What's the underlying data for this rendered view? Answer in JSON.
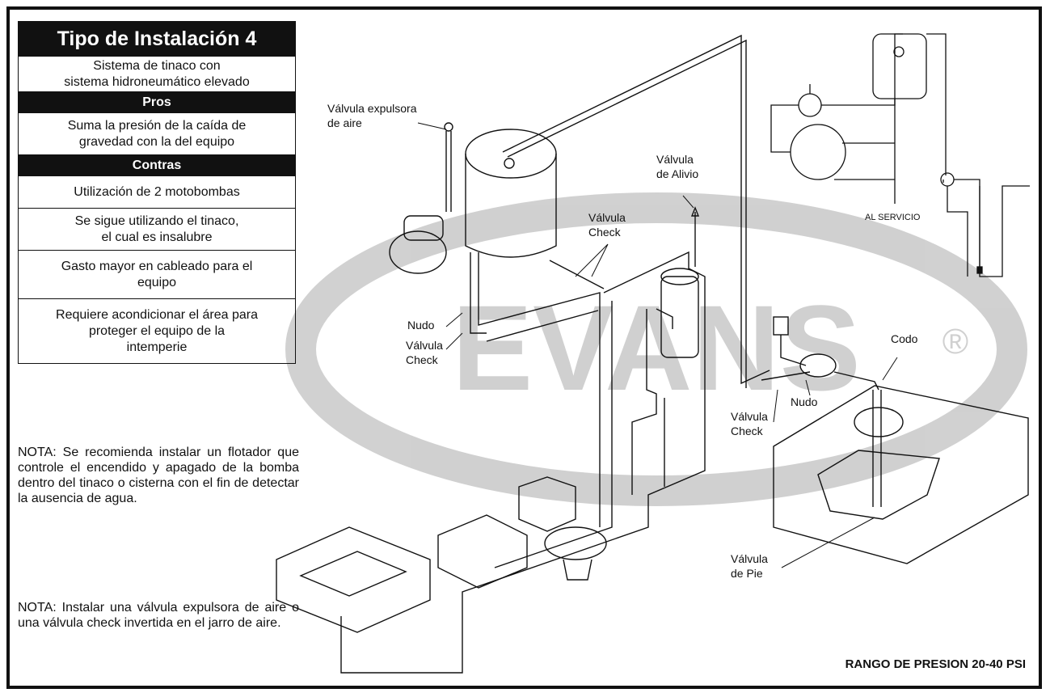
{
  "panel": {
    "title": "Tipo de Instalación 4",
    "subtitle": "Sistema de tinaco con\nsistema hidroneumático elevado",
    "pros_header": "Pros",
    "pros": [
      "Suma la presión de la caída de\ngravedad con la del equipo"
    ],
    "contras_header": "Contras",
    "contras": [
      "Utilización de 2 motobombas",
      "Se sigue utilizando el tinaco,\nel cual es insalubre",
      "Gasto mayor en cableado para el\nequipo",
      "Requiere acondicionar el área para\nproteger el equipo de la\nintemperie"
    ]
  },
  "notes": [
    "NOTA: Se recomienda instalar un flotador que controle el encendido y apagado de la bomba dentro del tinaco o cisterna con el fin de detectar la ausencia de agua.",
    "NOTA: Instalar una válvula expulsora de aire o una válvula check invertida en el jarro de aire."
  ],
  "watermark": "EVANS",
  "registered_mark": "®",
  "diagram_labels": {
    "valvula_expulsora": [
      "Válvula expulsora",
      "de aire"
    ],
    "valvula_alivio": [
      "Válvula",
      "de Alivio"
    ],
    "valvula_check_top": [
      "Válvula",
      "Check"
    ],
    "nudo_left": "Nudo",
    "valvula_check_left": [
      "Válvula",
      "Check"
    ],
    "codo": "Codo",
    "nudo_right": "Nudo",
    "valvula_check_right": [
      "Válvula",
      "Check"
    ],
    "valvula_pie": [
      "Válvula",
      "de Pie"
    ],
    "al_servicio": "AL SERVICIO"
  },
  "range": "RANGO DE PRESION 20-40 PSI"
}
